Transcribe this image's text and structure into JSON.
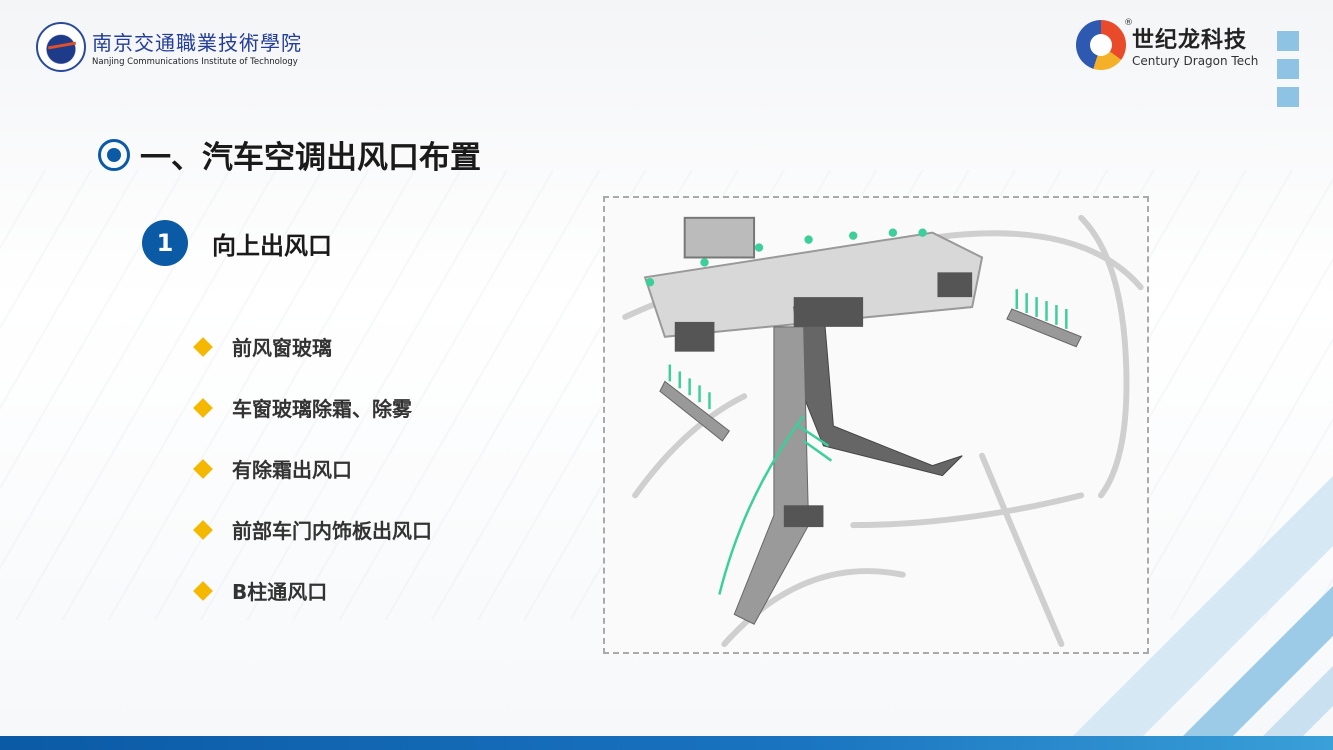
{
  "header": {
    "school_name_cn": "南京交通職業技術學院",
    "school_name_en": "Nanjing Communications Institute of Technology",
    "company_name_cn": "世纪龙科技",
    "company_name_en": "Century Dragon Tech",
    "registered_mark": "®"
  },
  "title": "一、汽车空调出风口布置",
  "section": {
    "number": "1",
    "label": "向上出风口"
  },
  "items": [
    {
      "label": "前风窗玻璃"
    },
    {
      "label": "车窗玻璃除霜、除雾"
    },
    {
      "label": "有除霜出风口"
    },
    {
      "label": "前部车门内饰板出风口"
    },
    {
      "label": "B柱通风口"
    }
  ],
  "colors": {
    "primary": "#0b5aa6",
    "bullet": "#f5b800",
    "airflow": "#3ccf9a"
  }
}
